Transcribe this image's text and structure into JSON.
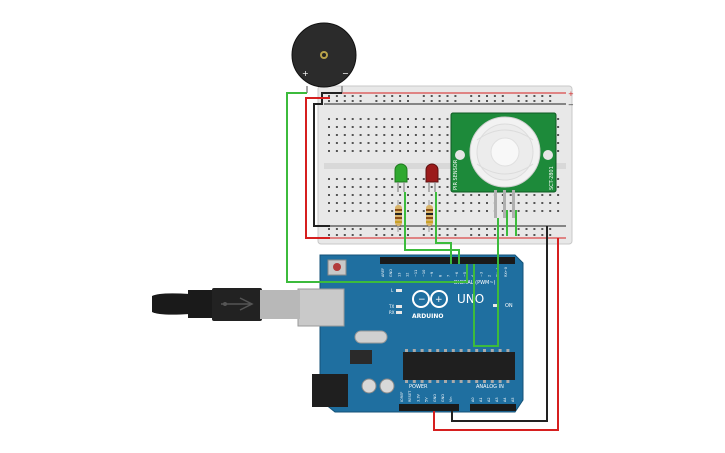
{
  "arduino": {
    "model": "UNO",
    "brand": "ARDUINO",
    "digital_header_label": "DIGITAL (PWM~)",
    "power_label": "POWER",
    "analog_label": "ANALOG IN",
    "on_label": "ON",
    "tx_label": "TX",
    "rx_label": "RX",
    "l_label": "L",
    "digital_pins": [
      "AREF",
      "GND",
      "13",
      "12",
      "~11",
      "~10",
      "~9",
      "8",
      "7",
      "~6",
      "~5",
      "4",
      "~3",
      "2",
      "TX→1",
      "RX←0"
    ],
    "power_pins": [
      "IOREF",
      "RESET",
      "3.3V",
      "5V",
      "GND",
      "GND",
      "Vin"
    ],
    "analog_pins": [
      "A0",
      "A1",
      "A2",
      "A3",
      "A4",
      "A5"
    ]
  },
  "buzzer": {
    "plus_label": "+",
    "minus_label": "−"
  },
  "pir_sensor": {
    "side_label_left": "PIR SENSOR",
    "side_label_right": "SCT-2801"
  },
  "breadboard": {
    "rail_plus": "+",
    "rail_minus": "−"
  },
  "colors": {
    "arduino_board": "#1f6fa0",
    "breadboard": "#e6e6e6",
    "pir_board": "#1d8a3a",
    "wire_green": "#3cbb3c",
    "wire_red": "#d61f1f",
    "wire_black": "#222222",
    "led_green": "#2fa82f",
    "led_red": "#9b1b1b"
  }
}
